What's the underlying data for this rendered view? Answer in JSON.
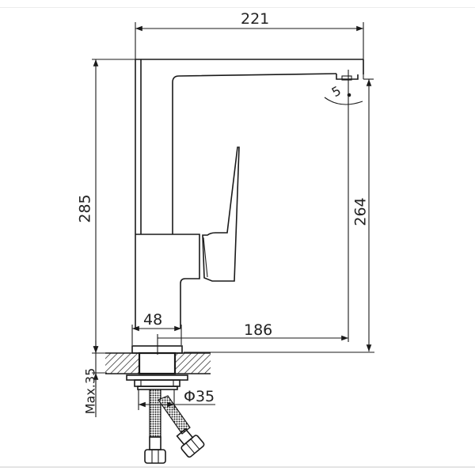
{
  "drawing": {
    "subject": "faucet-dimension-drawing",
    "dimensions": {
      "spout_reach": "221",
      "total_height": "285",
      "spout_outlet_height": "264",
      "base_width": "48",
      "outlet_offset": "186",
      "deck_thickness": "Max.35",
      "hole_diameter": "Φ35",
      "spout_angle": "5"
    },
    "colors": {
      "line": "#1a1a1a",
      "background": "#ffffff",
      "frame": "#ececec"
    }
  }
}
